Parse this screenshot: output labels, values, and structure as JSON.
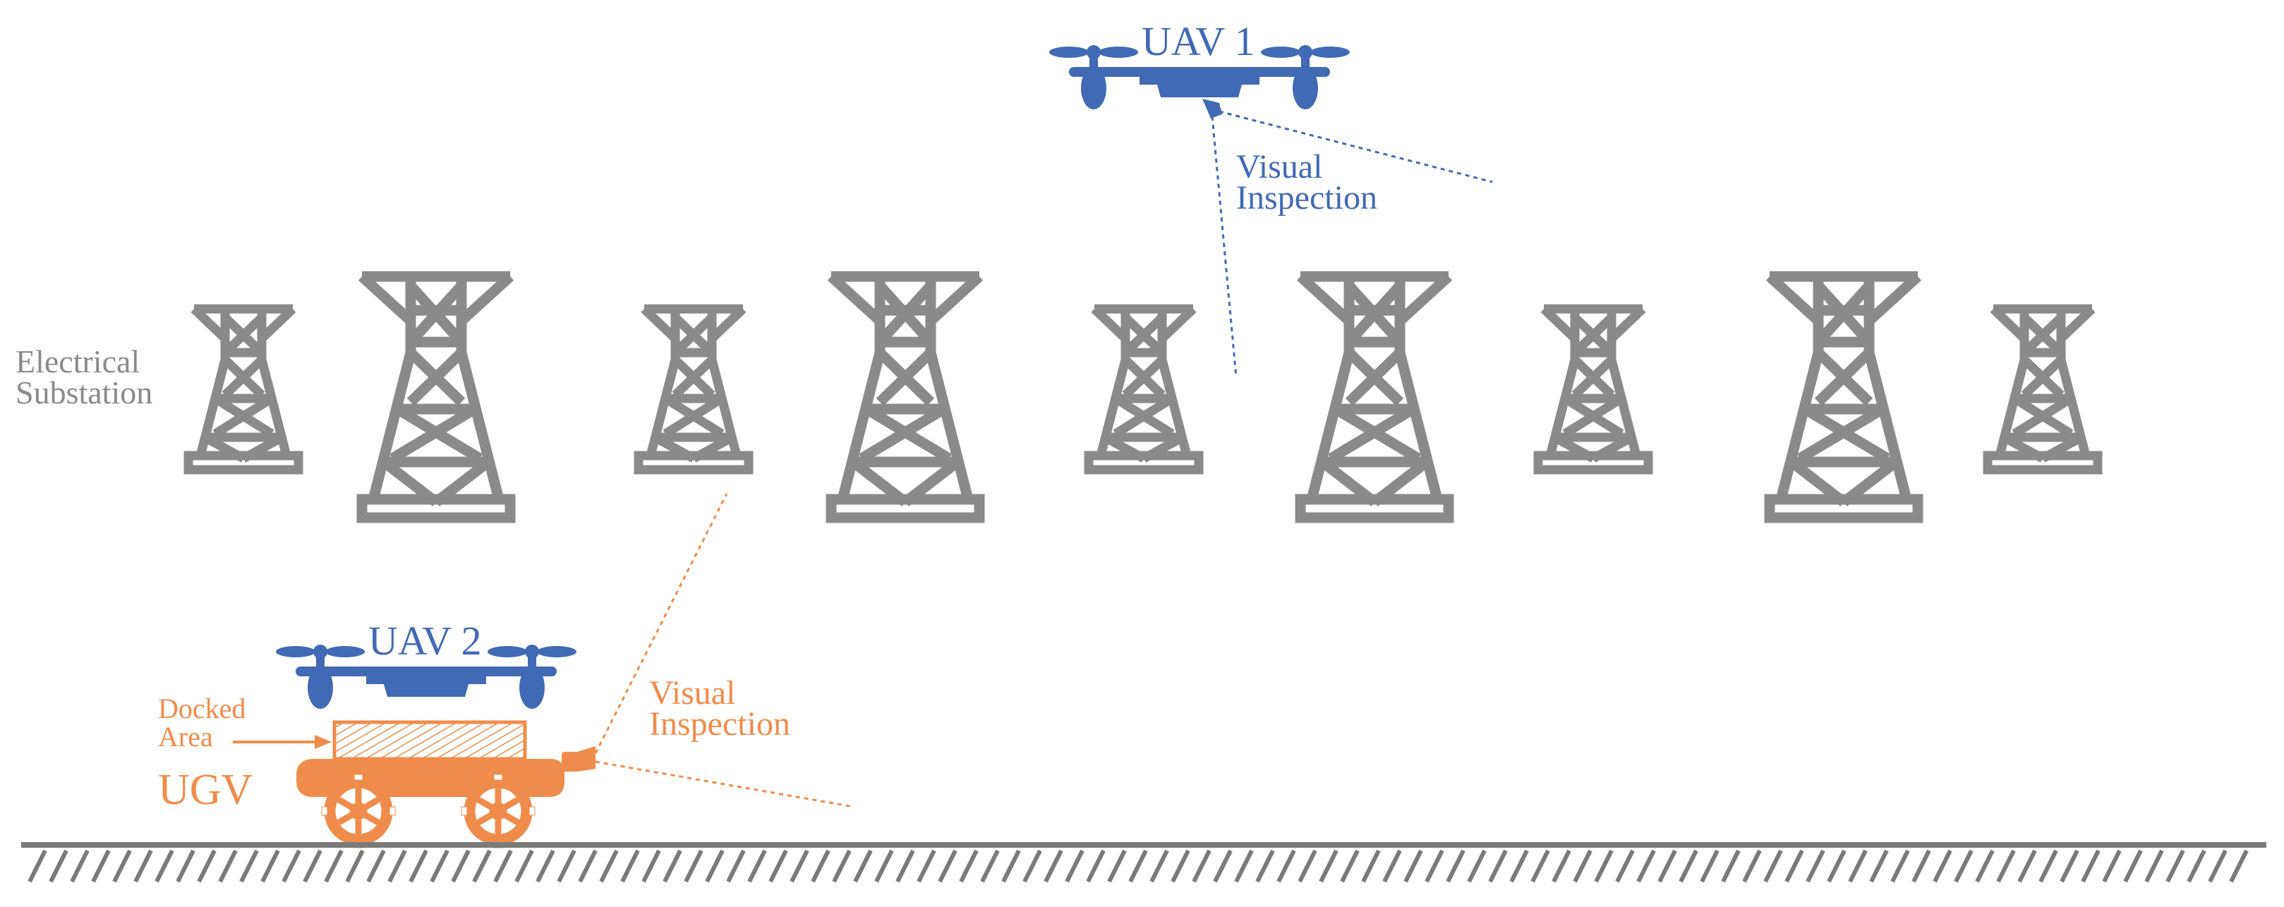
{
  "labels": {
    "substation_line1": "Electrical",
    "substation_line2": "Substation",
    "uav1": "UAV 1",
    "uav1_inspect_line1": "Visual",
    "uav1_inspect_line2": "Inspection",
    "uav2": "UAV 2",
    "ugv": "UGV",
    "docked_line1": "Docked",
    "docked_line2": "Area",
    "ugv_inspect_line1": "Visual",
    "ugv_inspect_line2": "Inspection"
  },
  "colors": {
    "tower": "#8a8a8a",
    "uav": "#4169b4",
    "ugv": "#f08c4b",
    "ground": "#7a7a7a",
    "substation_text": "#8a8a8a"
  },
  "icons": {
    "tower": "transmission-tower-icon",
    "drone": "quadcopter-drone-icon",
    "rover": "ground-vehicle-icon",
    "camera": "camera-icon",
    "wheel": "wheel-icon"
  }
}
